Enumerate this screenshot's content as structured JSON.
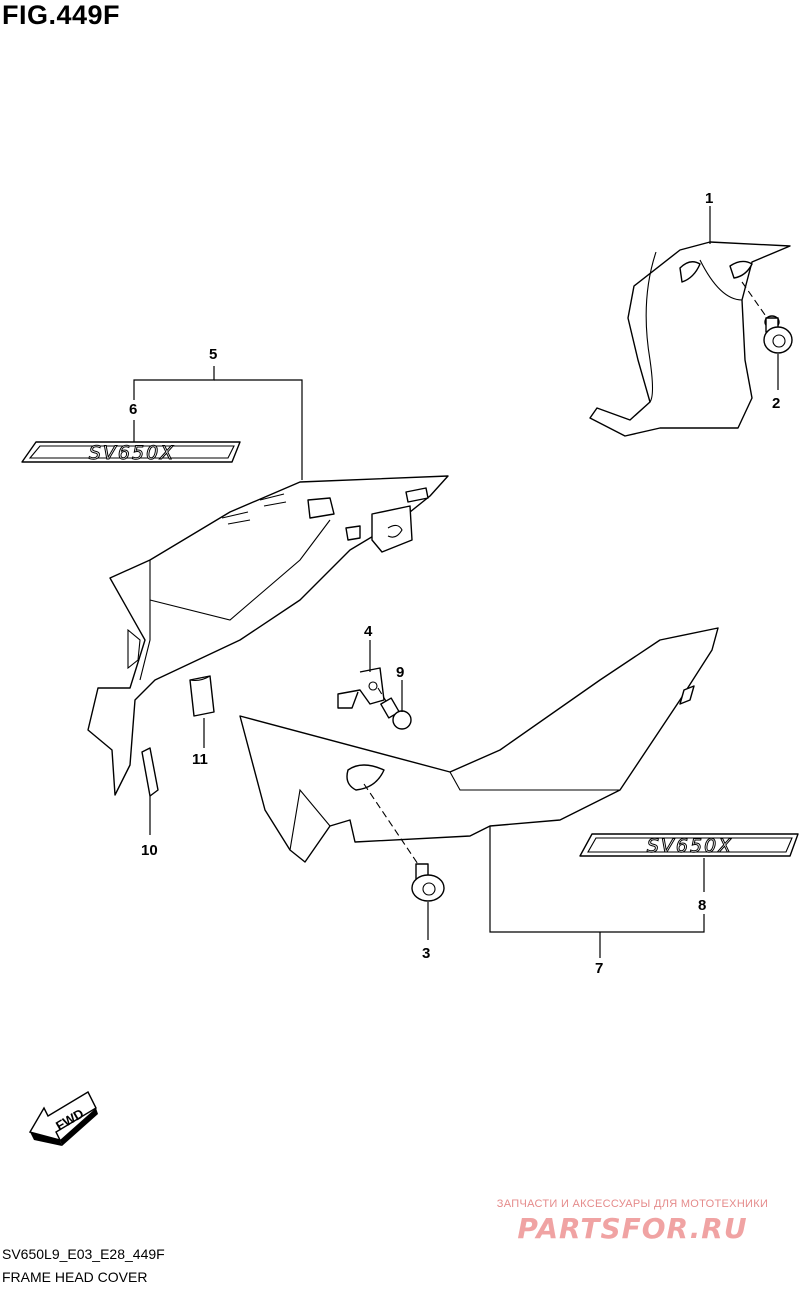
{
  "figure": {
    "title": "FIG.449F"
  },
  "callouts": [
    "1",
    "2",
    "3",
    "4",
    "5",
    "6",
    "7",
    "8",
    "9",
    "10",
    "11"
  ],
  "emblems": {
    "left": "SV650X",
    "right": "SV650X"
  },
  "fwd_arrow": {
    "label": "FWD"
  },
  "watermark": {
    "line1": "ЗАПЧАСТИ И АКСЕССУАРЫ ДЛЯ МОТОТЕХНИКИ",
    "logo": "PARTSFOR.RU"
  },
  "footer": {
    "code": "SV650L9_E03_E28_449F",
    "name": "FRAME HEAD COVER"
  },
  "colors": {
    "line": "#000000",
    "background": "#ffffff",
    "watermark": "#f0a3a3"
  }
}
